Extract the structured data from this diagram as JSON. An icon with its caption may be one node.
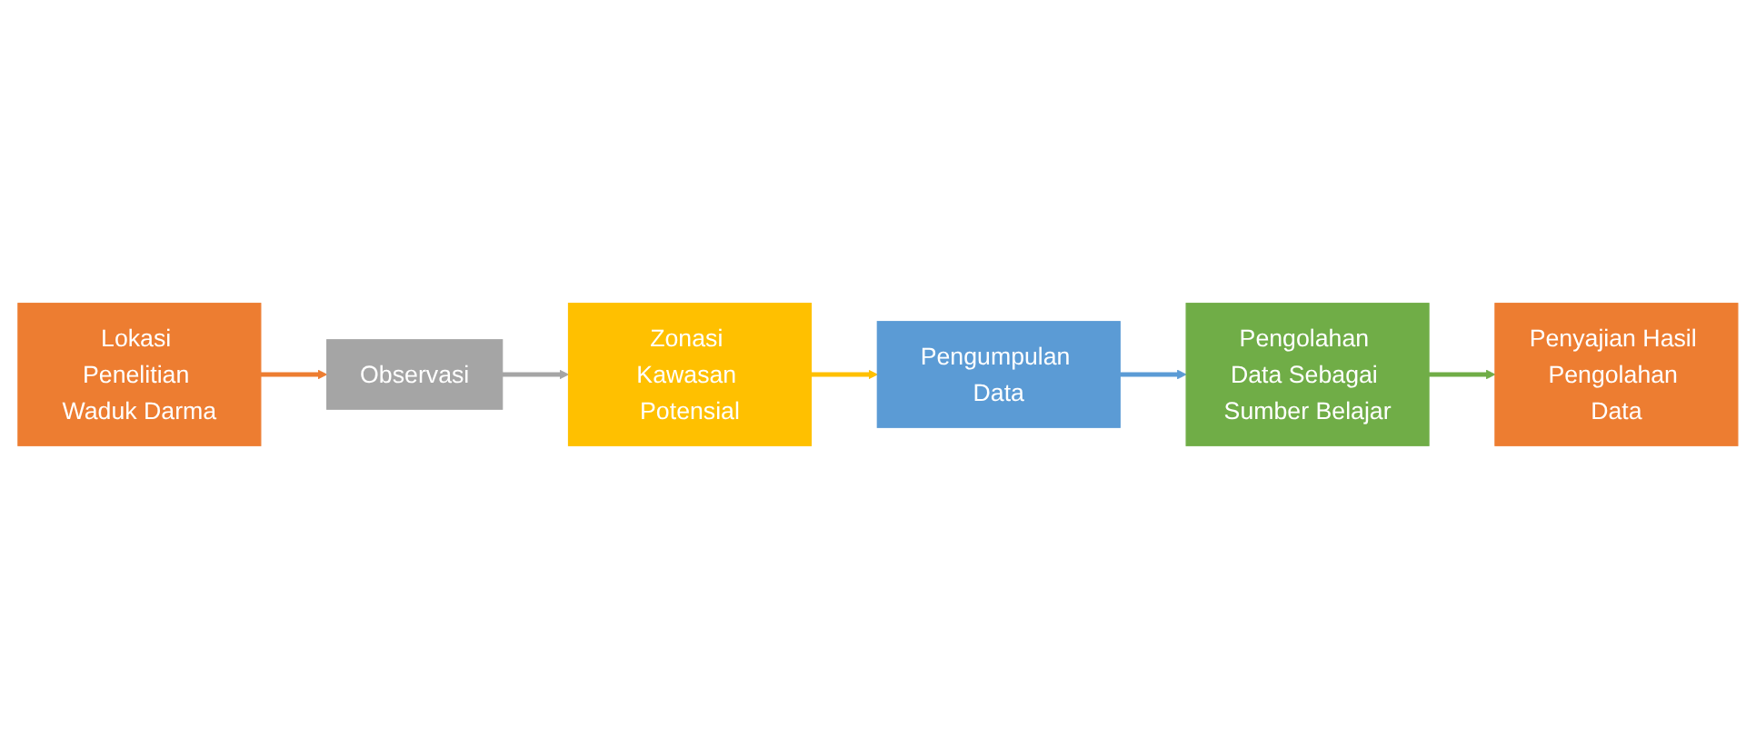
{
  "diagram": {
    "nodes": [
      {
        "text": [
          "Lokasi Penelitian Waduk Darma"
        ]
      },
      {
        "text": [
          "Observasi"
        ]
      },
      {
        "text": [
          "Zonasi Kawasan Potensial"
        ]
      },
      {
        "text": [
          "Pengumpulan Data"
        ]
      },
      {
        "text": [
          "Pengolahan Data Sebagai Sumber Belajar"
        ]
      },
      {
        "text": [
          "Penyajian Hasil Pengolahan Data"
        ]
      }
    ],
    "edges": [
      {
        "from": 0,
        "to": 1,
        "arrow": "to",
        "color": "#ed7d31"
      },
      {
        "from": 1,
        "to": 2,
        "arrow": "to",
        "color": "#a5a5a5"
      },
      {
        "from": 2,
        "to": 3,
        "arrow": "to",
        "color": "#ffc000"
      },
      {
        "from": 3,
        "to": 4,
        "arrow": "to",
        "color": "#5b9bd5"
      },
      {
        "from": 4,
        "to": 5,
        "arrow": "to",
        "color": "#70ad47"
      }
    ]
  }
}
